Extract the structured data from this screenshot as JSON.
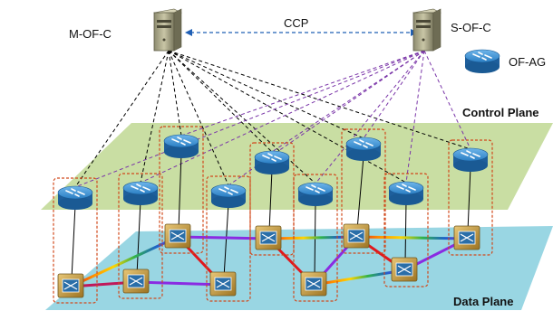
{
  "labels": {
    "master_controller": "M-OF-C",
    "slave_controller": "S-OF-C",
    "ccp": "CCP",
    "legend_agent": "OF-AG",
    "control_plane": "Control Plane",
    "data_plane": "Data Plane"
  },
  "colors": {
    "control_plane_fill": "#c9dea3",
    "data_plane_fill": "#8ed2e0",
    "master_links": "#000000",
    "slave_links": "#7a35a8",
    "ccp_link": "#1f5fb5",
    "agent_boxes": "#d1491c",
    "router_blue": "#1e73b8",
    "switch_gold": "#b48a2e"
  },
  "icons": {
    "controller": "server-tower-icon",
    "agent": "router-icon",
    "node": "optical-switch-icon"
  }
}
